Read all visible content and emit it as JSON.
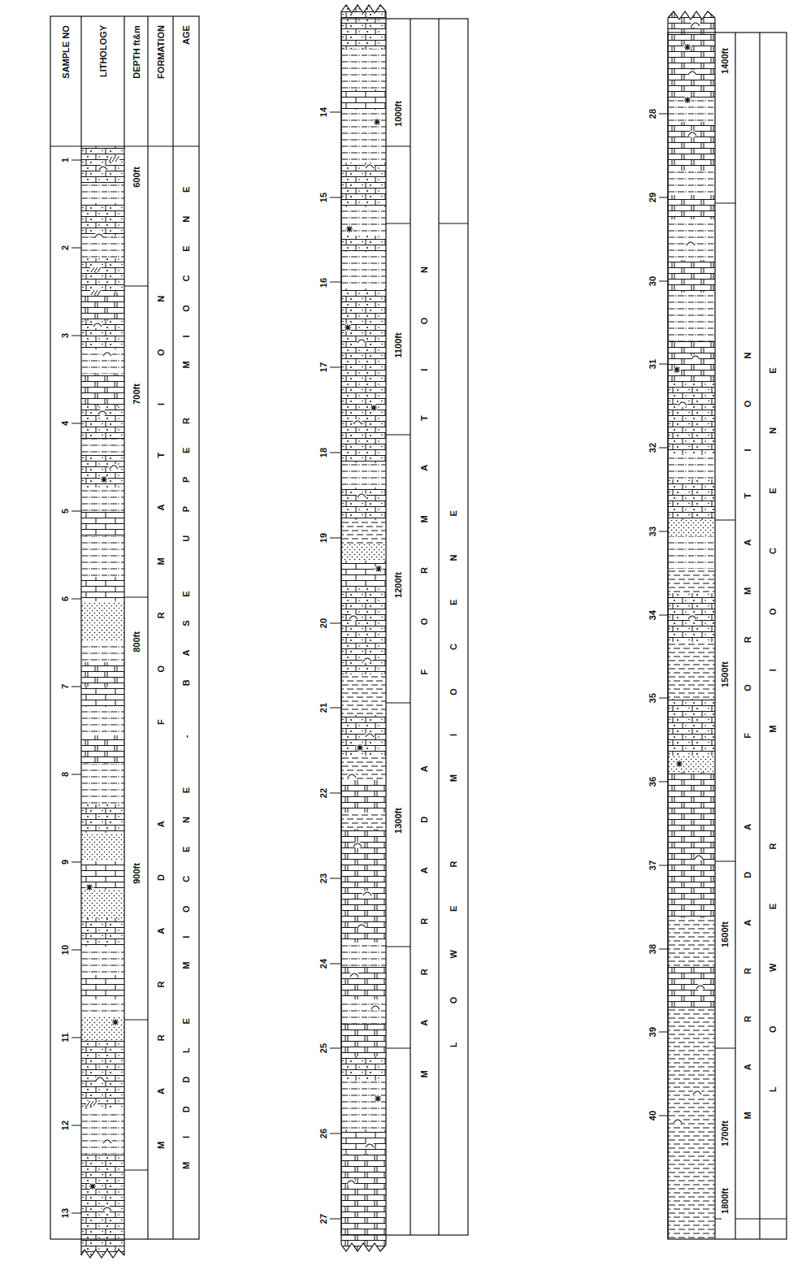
{
  "diagram": {
    "labels": [
      "SAMPLE NO",
      "LITHOLOGY",
      "DEPTH ft&m",
      "FORMATION",
      "AGE",
      "1",
      "2",
      "3",
      "4",
      "5",
      "6",
      "7",
      "8",
      "9",
      "10",
      "11",
      "12",
      "13",
      "600ft",
      "700ft",
      "800ft",
      "900ft",
      "MARRADA FORMATION",
      "MIDDLE MIOCENE - BASE UPPER MIOCENE",
      "14",
      "15",
      "16",
      "17",
      "18",
      "19",
      "20",
      "21",
      "22",
      "23",
      "24",
      "25",
      "26",
      "27",
      "1000ft",
      "1100ft",
      "1200ft",
      "1300ft",
      "MARRADA FORMATION",
      "LOWER MIOCENE",
      "28",
      "29",
      "30",
      "31",
      "32",
      "33",
      "34",
      "35",
      "36",
      "37",
      "38",
      "39",
      "40",
      "1400ft",
      "1500ft",
      "1600ft",
      "1700ft",
      "1800ft",
      "MARRADA FORMATION",
      "LOWER MIOCENE"
    ]
  }
}
